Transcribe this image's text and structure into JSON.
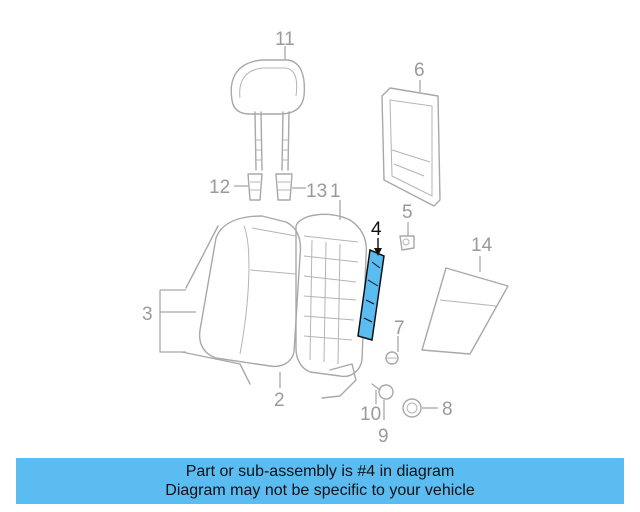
{
  "diagram": {
    "callouts": {
      "c1": "1",
      "c2": "2",
      "c3": "3",
      "c4": "4",
      "c5": "5",
      "c6": "6",
      "c7": "7",
      "c8": "8",
      "c9": "9",
      "c10": "10",
      "c11": "11",
      "c12": "12",
      "c13": "13",
      "c14": "14"
    },
    "highlighted_part": "4",
    "colors": {
      "highlight": "#5bbcf2",
      "line": "#a8a8a8",
      "banner": "#5bbcf2"
    }
  },
  "banner": {
    "line1": "Part or sub-assembly is #4 in diagram",
    "line2": "Diagram may not be specific to your vehicle"
  }
}
